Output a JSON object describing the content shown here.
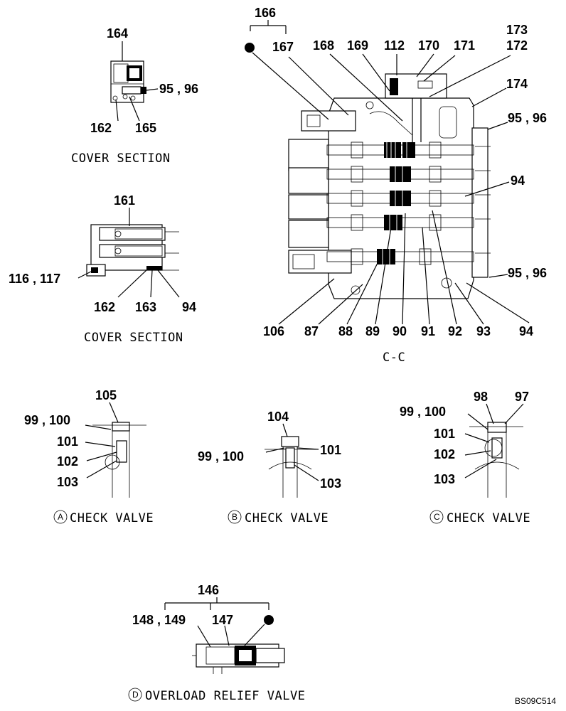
{
  "labels": {
    "l164": "164",
    "l95_96_a": "95 , 96",
    "l162_a": "162",
    "l165": "165",
    "l161": "161",
    "l116_117": "116 , 117",
    "l162_b": "162",
    "l163": "163",
    "l94_a": "94",
    "l166": "166",
    "l167": "167",
    "l168": "168",
    "l169": "169",
    "l112": "112",
    "l170": "170",
    "l171": "171",
    "l173": "173",
    "l172": "172",
    "l174": "174",
    "l95_96_b": "95 , 96",
    "l94_b": "94",
    "l95_96_c": "95 , 96",
    "l94_c": "94",
    "l106": "106",
    "l87": "87",
    "l88": "88",
    "l89": "89",
    "l90": "90",
    "l91": "91",
    "l92": "92",
    "l93": "93",
    "l105": "105",
    "l99_100_a": "99 , 100",
    "l101_a": "101",
    "l102_a": "102",
    "l103_a": "103",
    "l104": "104",
    "l99_100_b": "99 , 100",
    "l101_b": "101",
    "l103_b": "103",
    "l98": "98",
    "l97": "97",
    "l99_100_c": "99 , 100",
    "l101_c": "101",
    "l102_c": "102",
    "l103_c": "103",
    "l146": "146",
    "l148_149": "148 , 149",
    "l147": "147"
  },
  "captions": {
    "cover_section_1": "COVER SECTION",
    "cover_section_2": "COVER SECTION",
    "cc": "C-C",
    "check_valve_a_letter": "A",
    "check_valve_a": "CHECK VALVE",
    "check_valve_b_letter": "B",
    "check_valve_b": "CHECK VALVE",
    "check_valve_c_letter": "C",
    "check_valve_c": "CHECK VALVE",
    "overload_letter": "D",
    "overload": "OVERLOAD RELIEF VALVE"
  },
  "ref_code": "BS09C514"
}
